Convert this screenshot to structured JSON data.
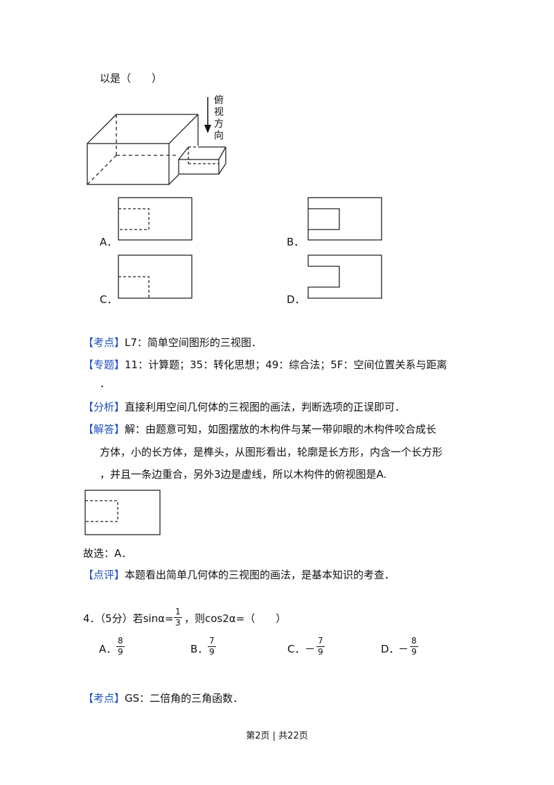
{
  "question_tail": "以是（　　）",
  "figure_label_chars": [
    "俯",
    "视",
    "方",
    "向"
  ],
  "options_q3": [
    {
      "letter": "A．",
      "view": "dashed-rect-left-top"
    },
    {
      "letter": "B．",
      "view": "solid-notch-inner"
    },
    {
      "letter": "C．",
      "view": "dashed-corner"
    },
    {
      "letter": "D．",
      "view": "solid-notch-open"
    }
  ],
  "kaodian": {
    "tag": "【考点】",
    "text": "L7：简单空间图形的三视图．"
  },
  "zhuanti": {
    "tag": "【专题】",
    "text": "11：计算题；35：转化思想；49：综合法；5F：空间位置关系与距离",
    "cont": "．"
  },
  "fenxi": {
    "tag": "【分析】",
    "text": "直接利用空间几何体的三视图的画法，判断选项的正误即可．"
  },
  "jieda": {
    "tag": "【解答】",
    "line1": "解：由题意可知，如图摆放的木构件与某一带卯眼的木构件咬合成长",
    "line2": "方体，小的长方体，是榫头，从图形看出，轮廓是长方形，内含一个长方形",
    "line3": "，并且一条边重合，另外3边是虚线，所以木构件的俯视图是A."
  },
  "guxuan": "故选：A．",
  "dianping": {
    "tag": "【点评】",
    "text": "本题看出简单几何体的三视图的画法，是基本知识的考查．"
  },
  "q4": {
    "prefix": "4．（5分）若sinα=",
    "frac_num": "1",
    "frac_den": "3",
    "suffix": "，则cos2α=（　　）",
    "options": [
      {
        "letter": "A．",
        "sign": "",
        "num": "8",
        "den": "9"
      },
      {
        "letter": "B．",
        "sign": "",
        "num": "7",
        "den": "9"
      },
      {
        "letter": "C．",
        "sign": "－",
        "num": "7",
        "den": "9"
      },
      {
        "letter": "D．",
        "sign": "－",
        "num": "8",
        "den": "9"
      }
    ]
  },
  "kaodian2": {
    "tag": "【考点】",
    "text": "GS：二倍角的三角函数．"
  },
  "footer": "第2页 | 共22页"
}
